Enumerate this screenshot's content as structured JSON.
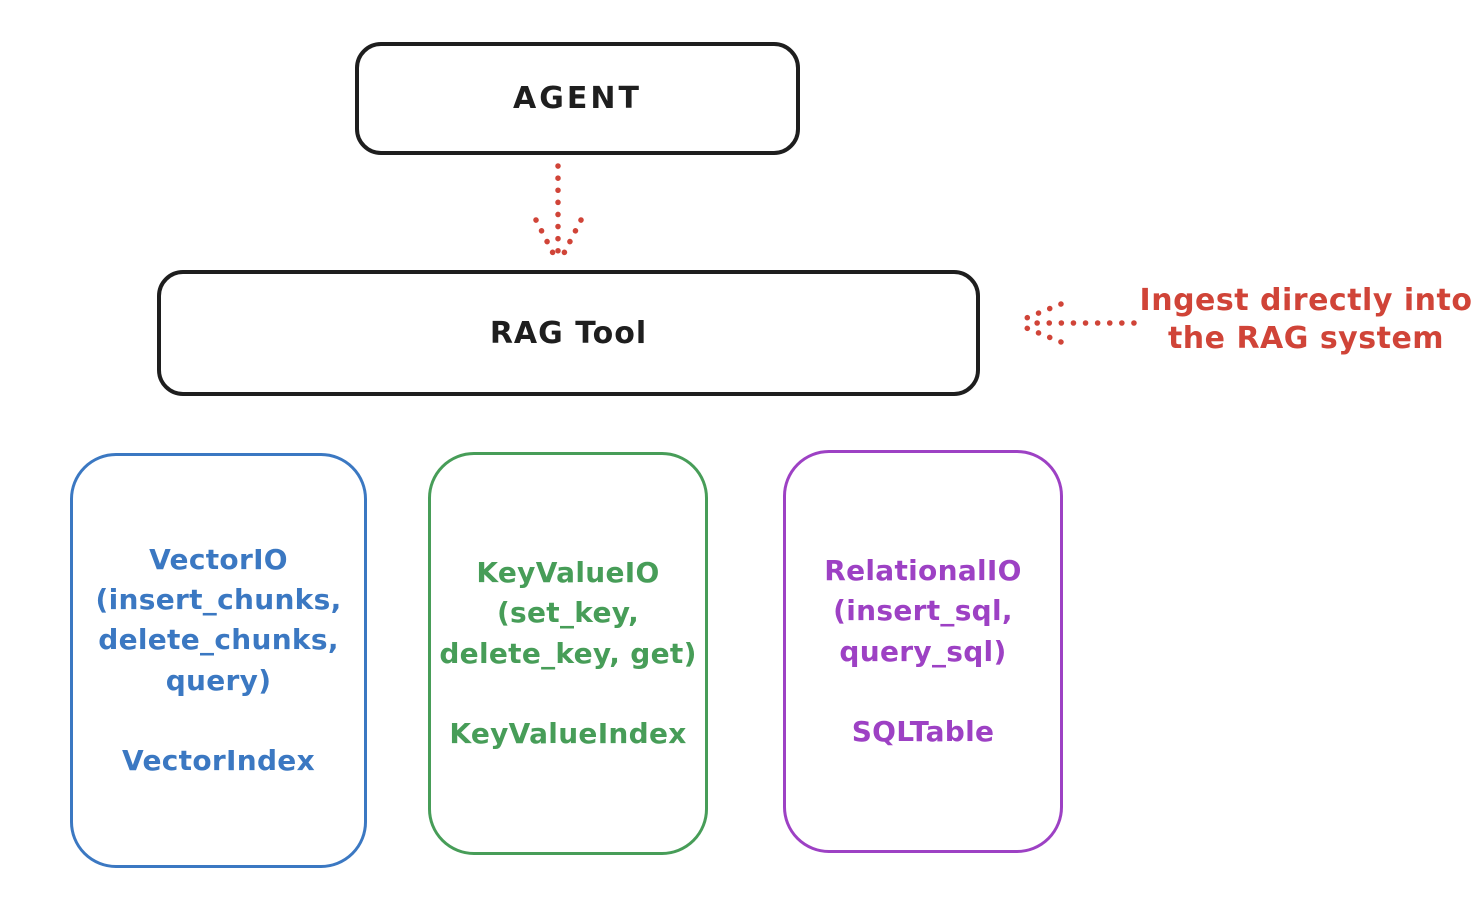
{
  "diagram": {
    "agent": {
      "label": "AGENT"
    },
    "rag": {
      "label": "RAG Tool"
    },
    "annotation": {
      "line1": "Ingest directly into",
      "line2": "the RAG system",
      "color": "#d04438"
    },
    "arrows": [
      {
        "name": "agent-to-rag",
        "style": "dotted",
        "direction": "down",
        "color": "#d04438"
      },
      {
        "name": "annotation-to-rag",
        "style": "dotted",
        "direction": "left",
        "color": "#d04438"
      }
    ],
    "backends": [
      {
        "id": "vector-io",
        "color": "#3b78c2",
        "lines": [
          "VectorIO",
          "(insert_chunks,",
          "delete_chunks,",
          "query)"
        ],
        "index_label": "VectorIndex"
      },
      {
        "id": "keyvalue-io",
        "color": "#479d58",
        "lines": [
          "KeyValueIO",
          "(set_key,",
          "delete_key, get)"
        ],
        "index_label": "KeyValueIndex"
      },
      {
        "id": "relational-io",
        "color": "#9d41c4",
        "lines": [
          "RelationalIO",
          "(insert_sql,",
          "query_sql)"
        ],
        "index_label": "SQLTable"
      }
    ],
    "colors": {
      "ink": "#1e1e1e",
      "background": "#ffffff"
    }
  }
}
